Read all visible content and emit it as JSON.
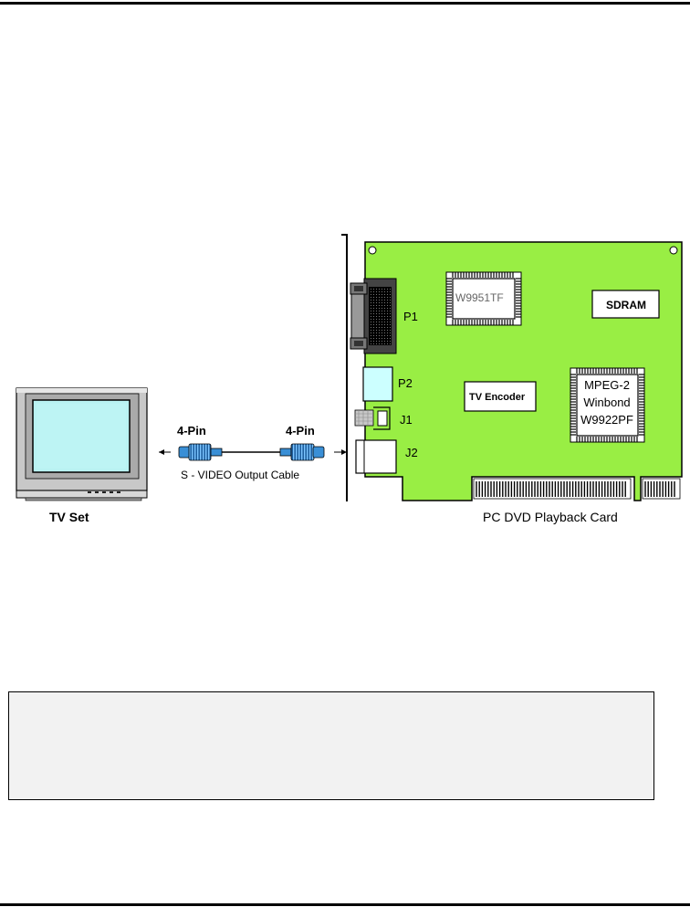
{
  "diagram": {
    "tv_label": "TV Set",
    "card_label": "PC DVD Playback Card",
    "cable_label": "S - VIDEO Output Cable",
    "cable_end_left": "4-Pin",
    "cable_end_right": "4-Pin",
    "chips": {
      "w9951": "W9951TF",
      "sdram": "SDRAM",
      "tv_encoder": "TV Encoder",
      "mpeg_line1": "MPEG-2",
      "mpeg_line2": "Winbond",
      "mpeg_line3": "W9922PF"
    },
    "ports": {
      "p1": "P1",
      "p2": "P2",
      "j1": "J1",
      "j2": "J2"
    },
    "colors": {
      "card_green": "#99ee44",
      "tv_screen": "#b9f2f2",
      "tv_body": "#c8c8c8",
      "p2_port": "#ccffff",
      "connector_blue": "#3a8fd6"
    }
  }
}
